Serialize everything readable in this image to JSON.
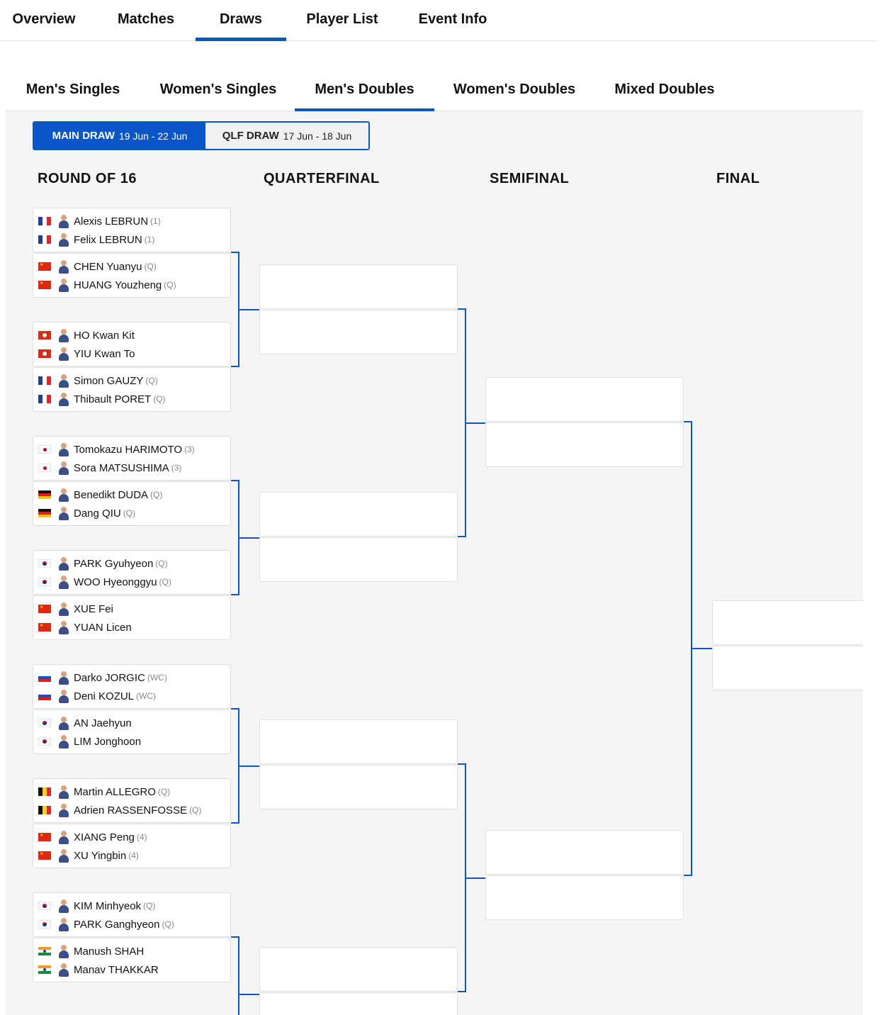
{
  "top_tabs": [
    "Overview",
    "Matches",
    "Draws",
    "Player List",
    "Event Info"
  ],
  "event_tabs": [
    "Men's Singles",
    "Women's Singles",
    "Men's Doubles",
    "Women's Doubles",
    "Mixed Doubles"
  ],
  "draw_toggle": {
    "main": {
      "label": "MAIN DRAW",
      "dates": "19 Jun - 22 Jun"
    },
    "qlf": {
      "label": "QLF DRAW",
      "dates": "17 Jun - 18 Jun"
    }
  },
  "rounds": [
    "ROUND OF 16",
    "QUARTERFINAL",
    "SEMIFINAL",
    "FINAL"
  ],
  "colors": {
    "accent": "#0a55c8",
    "panel_bg": "#f5f5f5"
  },
  "matches": [
    {
      "teams": [
        {
          "flag": "france-flag",
          "players": [
            {
              "name": "Alexis LEBRUN",
              "seed": "(1)"
            },
            {
              "name": "Felix LEBRUN",
              "seed": "(1)"
            }
          ]
        },
        {
          "flag": "china-flag",
          "players": [
            {
              "name": "CHEN Yuanyu",
              "seed": "(Q)"
            },
            {
              "name": "HUANG Youzheng",
              "seed": "(Q)"
            }
          ]
        }
      ]
    },
    {
      "teams": [
        {
          "flag": "hong-kong-flag",
          "players": [
            {
              "name": "HO Kwan Kit",
              "seed": ""
            },
            {
              "name": "YIU Kwan To",
              "seed": ""
            }
          ]
        },
        {
          "flag": "france-flag",
          "players": [
            {
              "name": "Simon GAUZY",
              "seed": "(Q)"
            },
            {
              "name": "Thibault PORET",
              "seed": "(Q)"
            }
          ]
        }
      ]
    },
    {
      "teams": [
        {
          "flag": "japan-flag",
          "players": [
            {
              "name": "Tomokazu HARIMOTO",
              "seed": "(3)"
            },
            {
              "name": "Sora MATSUSHIMA",
              "seed": "(3)"
            }
          ]
        },
        {
          "flag": "germany-flag",
          "players": [
            {
              "name": "Benedikt DUDA",
              "seed": "(Q)"
            },
            {
              "name": "Dang QIU",
              "seed": "(Q)"
            }
          ]
        }
      ]
    },
    {
      "teams": [
        {
          "flag": "korea-flag",
          "players": [
            {
              "name": "PARK Gyuhyeon",
              "seed": "(Q)"
            },
            {
              "name": "WOO Hyeonggyu",
              "seed": "(Q)"
            }
          ]
        },
        {
          "flag": "china-flag",
          "players": [
            {
              "name": "XUE Fei",
              "seed": ""
            },
            {
              "name": "YUAN Licen",
              "seed": ""
            }
          ]
        }
      ]
    },
    {
      "teams": [
        {
          "flag": "slovenia-flag",
          "players": [
            {
              "name": "Darko JORGIC",
              "seed": "(WC)"
            },
            {
              "name": "Deni KOZUL",
              "seed": "(WC)"
            }
          ]
        },
        {
          "flag": "korea-flag",
          "players": [
            {
              "name": "AN Jaehyun",
              "seed": ""
            },
            {
              "name": "LIM Jonghoon",
              "seed": ""
            }
          ]
        }
      ]
    },
    {
      "teams": [
        {
          "flag": "belgium-flag",
          "players": [
            {
              "name": "Martin ALLEGRO",
              "seed": "(Q)"
            },
            {
              "name": "Adrien RASSENFOSSE",
              "seed": "(Q)"
            }
          ]
        },
        {
          "flag": "china-flag",
          "players": [
            {
              "name": "XIANG Peng",
              "seed": "(4)"
            },
            {
              "name": "XU Yingbin",
              "seed": "(4)"
            }
          ]
        }
      ]
    },
    {
      "teams": [
        {
          "flag": "korea-flag",
          "players": [
            {
              "name": "KIM Minhyeok",
              "seed": "(Q)"
            },
            {
              "name": "PARK Ganghyeon",
              "seed": "(Q)"
            }
          ]
        },
        {
          "flag": "india-flag",
          "players": [
            {
              "name": "Manush SHAH",
              "seed": ""
            },
            {
              "name": "Manav THAKKAR",
              "seed": ""
            }
          ]
        }
      ]
    }
  ]
}
